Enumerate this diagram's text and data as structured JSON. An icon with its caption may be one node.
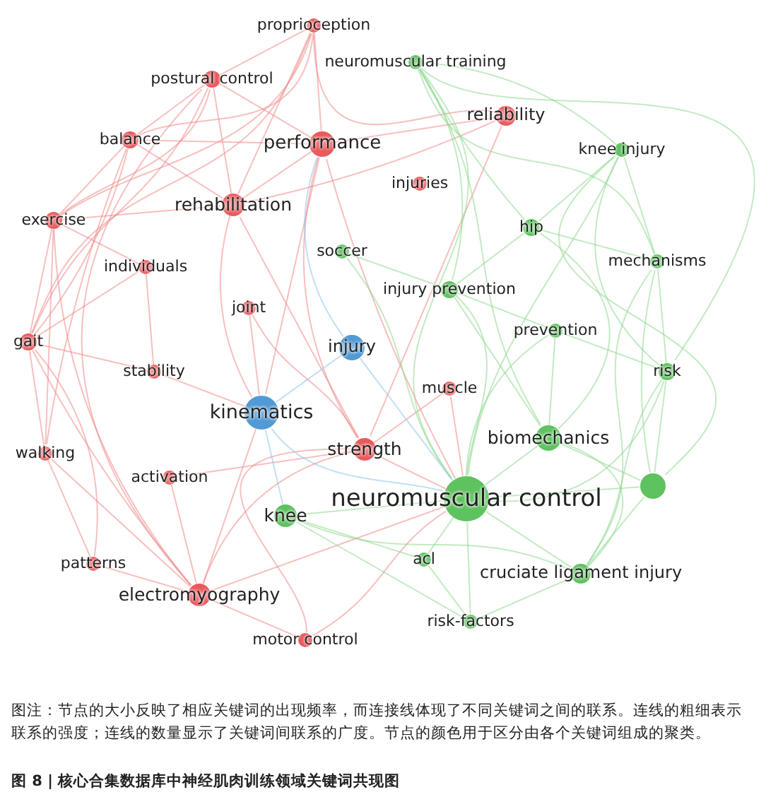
{
  "diagram": {
    "caption": "图 8 | 核心合集数据库中神经肌肉训练领域关键词共现图",
    "nodes": [
      {
        "text": [
          "proprioception"
        ]
      },
      {
        "text": [
          "neuromuscular training"
        ]
      },
      {
        "text": [
          "postural control"
        ]
      },
      {
        "text": [
          "reliability"
        ]
      },
      {
        "text": [
          "balance"
        ]
      },
      {
        "text": [
          "performance"
        ]
      },
      {
        "text": [
          "knee injury"
        ]
      },
      {
        "text": [
          "injuries"
        ]
      },
      {
        "text": [
          "rehabilitation"
        ]
      },
      {
        "text": [
          "exercise"
        ]
      },
      {
        "text": [
          "hip"
        ]
      },
      {
        "text": [
          "soccer"
        ]
      },
      {
        "text": [
          "individuals"
        ]
      },
      {
        "text": [
          "mechanisms"
        ]
      },
      {
        "text": [
          "injury prevention"
        ]
      },
      {
        "text": [
          "joint"
        ]
      },
      {
        "text": [
          "prevention"
        ]
      },
      {
        "text": [
          "gait"
        ]
      },
      {
        "text": [
          "injury"
        ]
      },
      {
        "text": [
          "stability"
        ]
      },
      {
        "text": [
          "risk"
        ]
      },
      {
        "text": [
          "muscle"
        ]
      },
      {
        "text": [
          "kinematics"
        ]
      },
      {
        "text": [
          "biomechanics"
        ]
      },
      {
        "text": [
          "strength"
        ]
      },
      {
        "text": [
          "walking"
        ]
      },
      {
        "text": [
          "activation"
        ]
      },
      {
        "text": [
          "neuromuscular control"
        ]
      },
      {
        "text": [
          "knee"
        ]
      },
      {
        "text": [],
        "shape": "circle"
      },
      {
        "text": [
          "acl"
        ]
      },
      {
        "text": [
          "patterns"
        ]
      },
      {
        "text": [
          "cruciate ligament injury"
        ]
      },
      {
        "text": [
          "electromyography"
        ]
      },
      {
        "text": [
          "risk-factors"
        ]
      },
      {
        "text": [
          "motor control"
        ]
      }
    ],
    "edges": [
      {
        "from": 0,
        "to": 2,
        "arrow": "none"
      },
      {
        "from": 0,
        "to": 4,
        "arrow": "none"
      },
      {
        "from": 0,
        "to": 5,
        "arrow": "none"
      },
      {
        "from": 0,
        "to": 8,
        "arrow": "none"
      },
      {
        "from": 0,
        "to": 9,
        "arrow": "none"
      },
      {
        "from": 0,
        "to": 17,
        "arrow": "none"
      },
      {
        "from": 0,
        "to": 3,
        "arrow": "none"
      },
      {
        "from": 2,
        "to": 4,
        "arrow": "none"
      },
      {
        "from": 2,
        "to": 5,
        "arrow": "none"
      },
      {
        "from": 2,
        "to": 9,
        "arrow": "none"
      },
      {
        "from": 2,
        "to": 17,
        "arrow": "none"
      },
      {
        "from": 2,
        "to": 8,
        "arrow": "none"
      },
      {
        "from": 2,
        "to": 33,
        "arrow": "none"
      },
      {
        "from": 3,
        "to": 5,
        "arrow": "none"
      },
      {
        "from": 3,
        "to": 8,
        "arrow": "none"
      },
      {
        "from": 3,
        "to": 24,
        "arrow": "none"
      },
      {
        "from": 4,
        "to": 9,
        "arrow": "none"
      },
      {
        "from": 4,
        "to": 5,
        "arrow": "none"
      },
      {
        "from": 4,
        "to": 17,
        "arrow": "none"
      },
      {
        "from": 4,
        "to": 8,
        "arrow": "none"
      },
      {
        "from": 4,
        "to": 25,
        "arrow": "none"
      },
      {
        "from": 5,
        "to": 8,
        "arrow": "none"
      },
      {
        "from": 5,
        "to": 24,
        "arrow": "none"
      },
      {
        "from": 5,
        "to": 22,
        "arrow": "none"
      },
      {
        "from": 5,
        "to": 27,
        "arrow": "none"
      },
      {
        "from": 8,
        "to": 9,
        "arrow": "none"
      },
      {
        "from": 8,
        "to": 24,
        "arrow": "none"
      },
      {
        "from": 8,
        "to": 22,
        "arrow": "none"
      },
      {
        "from": 9,
        "to": 17,
        "arrow": "none"
      },
      {
        "from": 9,
        "to": 25,
        "arrow": "none"
      },
      {
        "from": 9,
        "to": 12,
        "arrow": "none"
      },
      {
        "from": 9,
        "to": 33,
        "arrow": "none"
      },
      {
        "from": 12,
        "to": 17,
        "arrow": "none"
      },
      {
        "from": 12,
        "to": 19,
        "arrow": "none"
      },
      {
        "from": 15,
        "to": 22,
        "arrow": "none"
      },
      {
        "from": 15,
        "to": 24,
        "arrow": "none"
      },
      {
        "from": 17,
        "to": 25,
        "arrow": "none"
      },
      {
        "from": 17,
        "to": 19,
        "arrow": "none"
      },
      {
        "from": 17,
        "to": 33,
        "arrow": "none"
      },
      {
        "from": 17,
        "to": 31,
        "arrow": "none"
      },
      {
        "from": 19,
        "to": 22,
        "arrow": "none"
      },
      {
        "from": 21,
        "to": 24,
        "arrow": "none"
      },
      {
        "from": 21,
        "to": 27,
        "arrow": "none"
      },
      {
        "from": 24,
        "to": 33,
        "arrow": "none"
      },
      {
        "from": 24,
        "to": 27,
        "arrow": "none"
      },
      {
        "from": 24,
        "to": 35,
        "arrow": "none"
      },
      {
        "from": 25,
        "to": 31,
        "arrow": "none"
      },
      {
        "from": 25,
        "to": 33,
        "arrow": "none"
      },
      {
        "from": 26,
        "to": 33,
        "arrow": "none"
      },
      {
        "from": 26,
        "to": 24,
        "arrow": "none"
      },
      {
        "from": 31,
        "to": 33,
        "arrow": "none"
      },
      {
        "from": 33,
        "to": 35,
        "arrow": "none"
      },
      {
        "from": 33,
        "to": 22,
        "arrow": "none"
      },
      {
        "from": 33,
        "to": 27,
        "arrow": "none"
      },
      {
        "from": 35,
        "to": 27,
        "arrow": "none"
      },
      {
        "from": 1,
        "to": 6,
        "arrow": "none",
        "color": "#8fd98f"
      },
      {
        "from": 1,
        "to": 10,
        "arrow": "none",
        "color": "#8fd98f"
      },
      {
        "from": 1,
        "to": 13,
        "arrow": "none",
        "color": "#8fd98f"
      },
      {
        "from": 1,
        "to": 20,
        "arrow": "none",
        "color": "#8fd98f"
      },
      {
        "from": 1,
        "to": 27,
        "arrow": "none",
        "color": "#8fd98f"
      },
      {
        "from": 1,
        "to": 23,
        "arrow": "none",
        "color": "#8fd98f"
      },
      {
        "from": 1,
        "to": 14,
        "arrow": "none",
        "color": "#8fd98f"
      },
      {
        "from": 6,
        "to": 13,
        "arrow": "none",
        "color": "#8fd98f"
      },
      {
        "from": 6,
        "to": 20,
        "arrow": "none",
        "color": "#8fd98f"
      },
      {
        "from": 6,
        "to": 27,
        "arrow": "none",
        "color": "#8fd98f"
      },
      {
        "from": 6,
        "to": 10,
        "arrow": "none",
        "color": "#8fd98f"
      },
      {
        "from": 6,
        "to": 29,
        "arrow": "none",
        "color": "#8fd98f"
      },
      {
        "from": 10,
        "to": 14,
        "arrow": "none",
        "color": "#8fd98f"
      },
      {
        "from": 10,
        "to": 13,
        "arrow": "none",
        "color": "#8fd98f"
      },
      {
        "from": 10,
        "to": 23,
        "arrow": "none",
        "color": "#8fd98f"
      },
      {
        "from": 11,
        "to": 14,
        "arrow": "none",
        "color": "#8fd98f"
      },
      {
        "from": 11,
        "to": 27,
        "arrow": "none",
        "color": "#8fd98f"
      },
      {
        "from": 13,
        "to": 20,
        "arrow": "none",
        "color": "#8fd98f"
      },
      {
        "from": 13,
        "to": 29,
        "arrow": "none",
        "color": "#8fd98f"
      },
      {
        "from": 13,
        "to": 32,
        "arrow": "none",
        "color": "#8fd98f"
      },
      {
        "from": 14,
        "to": 16,
        "arrow": "none",
        "color": "#8fd98f"
      },
      {
        "from": 14,
        "to": 23,
        "arrow": "none",
        "color": "#8fd98f"
      },
      {
        "from": 14,
        "to": 27,
        "arrow": "none",
        "color": "#8fd98f"
      },
      {
        "from": 16,
        "to": 20,
        "arrow": "none",
        "color": "#8fd98f"
      },
      {
        "from": 16,
        "to": 23,
        "arrow": "none",
        "color": "#8fd98f"
      },
      {
        "from": 16,
        "to": 27,
        "arrow": "none",
        "color": "#8fd98f"
      },
      {
        "from": 20,
        "to": 29,
        "arrow": "none",
        "color": "#8fd98f"
      },
      {
        "from": 20,
        "to": 32,
        "arrow": "none",
        "color": "#8fd98f"
      },
      {
        "from": 20,
        "to": 27,
        "arrow": "none",
        "color": "#8fd98f"
      },
      {
        "from": 23,
        "to": 27,
        "arrow": "none",
        "color": "#8fd98f"
      },
      {
        "from": 23,
        "to": 29,
        "arrow": "none",
        "color": "#8fd98f"
      },
      {
        "from": 23,
        "to": 32,
        "arrow": "none",
        "color": "#8fd98f"
      },
      {
        "from": 27,
        "to": 28,
        "arrow": "none",
        "color": "#8fd98f"
      },
      {
        "from": 27,
        "to": 29,
        "arrow": "none",
        "color": "#8fd98f"
      },
      {
        "from": 27,
        "to": 30,
        "arrow": "none",
        "color": "#8fd98f"
      },
      {
        "from": 27,
        "to": 32,
        "arrow": "none",
        "color": "#8fd98f"
      },
      {
        "from": 27,
        "to": 34,
        "arrow": "none",
        "color": "#8fd98f"
      },
      {
        "from": 28,
        "to": 30,
        "arrow": "none",
        "color": "#8fd98f"
      },
      {
        "from": 28,
        "to": 32,
        "arrow": "none",
        "color": "#8fd98f"
      },
      {
        "from": 28,
        "to": 34,
        "arrow": "none",
        "color": "#8fd98f"
      },
      {
        "from": 29,
        "to": 32,
        "arrow": "none",
        "color": "#8fd98f"
      },
      {
        "from": 32,
        "to": 34,
        "arrow": "none",
        "color": "#8fd98f"
      },
      {
        "from": 30,
        "to": 34,
        "arrow": "none",
        "color": "#8fd98f"
      },
      {
        "from": 18,
        "to": 22,
        "arrow": "none",
        "color": "#8ec5ea"
      },
      {
        "from": 18,
        "to": 27,
        "arrow": "none",
        "color": "#8ec5ea"
      },
      {
        "from": 18,
        "to": 5,
        "arrow": "none",
        "color": "#8ec5ea"
      },
      {
        "from": 22,
        "to": 27,
        "arrow": "none",
        "color": "#8ec5ea"
      },
      {
        "from": 22,
        "to": 28,
        "arrow": "none",
        "color": "#8ec5ea"
      }
    ],
    "labels": [
      "图注：节点的大小反映了相应关键词的出现频率，而连接线体现了不同关键词之间的联系。连线的粗细表示联系的强度；连线的数量显示了关键词间联系的广度。节点的颜色用于区分由各个关键词组成的聚类。"
    ]
  }
}
